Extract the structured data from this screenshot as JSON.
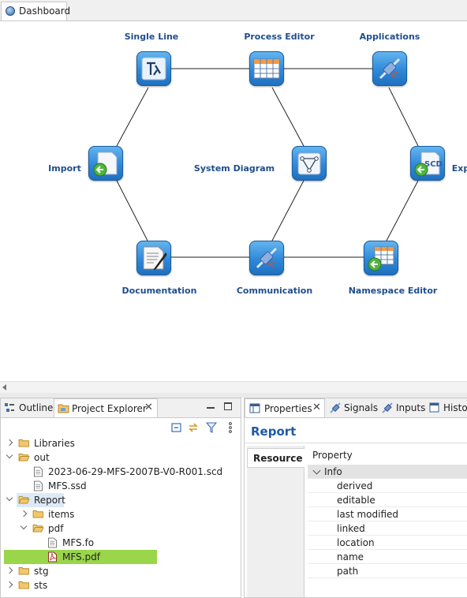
{
  "editor_tab": {
    "label": "Dashboard",
    "icon": "dashboard-globe-icon"
  },
  "dashboard": {
    "nodes": [
      {
        "id": "single-line",
        "label": "Single Line",
        "icon": "single-line-diagram-icon"
      },
      {
        "id": "process-editor",
        "label": "Process Editor",
        "icon": "process-table-icon"
      },
      {
        "id": "applications",
        "label": "Applications",
        "icon": "plug-connector-icon"
      },
      {
        "id": "import",
        "label": "Import",
        "icon": "import-arrow-icon"
      },
      {
        "id": "system-diagram",
        "label": "System Diagram",
        "icon": "system-diagram-icon"
      },
      {
        "id": "export",
        "label": "Exp",
        "icon": "export-scd-icon"
      },
      {
        "id": "documentation",
        "label": "Documentation",
        "icon": "document-pen-icon"
      },
      {
        "id": "communication",
        "label": "Communication",
        "icon": "plug-connector-icon"
      },
      {
        "id": "namespace-editor",
        "label": "Namespace Editor",
        "icon": "namespace-table-icon"
      }
    ]
  },
  "left_panel": {
    "tabs": [
      {
        "label": "Outline",
        "icon": "outline-icon"
      },
      {
        "label": "Project Explorer",
        "icon": "project-explorer-icon"
      }
    ],
    "toolbar": [
      "collapse-all-icon",
      "link-with-editor-icon",
      "filter-icon",
      "view-menu-icon"
    ],
    "tree": [
      {
        "label": "Libraries",
        "depth": 0,
        "kind": "folder",
        "expanded": false,
        "has_children": true
      },
      {
        "label": "out",
        "depth": 0,
        "kind": "folder",
        "expanded": true,
        "has_children": true
      },
      {
        "label": "2023-06-29-MFS-2007B-V0-R001.scd",
        "depth": 1,
        "kind": "file",
        "has_children": false
      },
      {
        "label": "MFS.ssd",
        "depth": 1,
        "kind": "file",
        "has_children": false
      },
      {
        "label": "Report",
        "depth": 0,
        "kind": "folder",
        "expanded": true,
        "has_children": true,
        "highlight": "pale"
      },
      {
        "label": "items",
        "depth": 1,
        "kind": "folder",
        "expanded": false,
        "has_children": true
      },
      {
        "label": "pdf",
        "depth": 1,
        "kind": "folder",
        "expanded": true,
        "has_children": true
      },
      {
        "label": "MFS.fo",
        "depth": 2,
        "kind": "file",
        "has_children": false
      },
      {
        "label": "MFS.pdf",
        "depth": 2,
        "kind": "pdf",
        "has_children": false,
        "highlight": "selected"
      },
      {
        "label": "stg",
        "depth": 0,
        "kind": "folder",
        "expanded": false,
        "has_children": true
      },
      {
        "label": "sts",
        "depth": 0,
        "kind": "folder",
        "expanded": false,
        "has_children": true
      }
    ]
  },
  "right_panel": {
    "tabs": [
      {
        "label": "Properties",
        "icon": "properties-icon"
      },
      {
        "label": "Signals",
        "icon": "plug-icon"
      },
      {
        "label": "Inputs",
        "icon": "plug-icon"
      },
      {
        "label": "Histo",
        "icon": "history-icon"
      }
    ],
    "title": "Report",
    "section_tab": "Resource",
    "column_header": "Property",
    "group": "Info",
    "properties": [
      "derived",
      "editable",
      "last modified",
      "linked",
      "location",
      "name",
      "path"
    ]
  },
  "colors": {
    "node_label": "#1f4e8c",
    "icon_blue": "#2f88d8",
    "selection_green": "#9ad54a",
    "selection_pale": "#dce9f7",
    "title_blue": "#1f5aa8"
  }
}
